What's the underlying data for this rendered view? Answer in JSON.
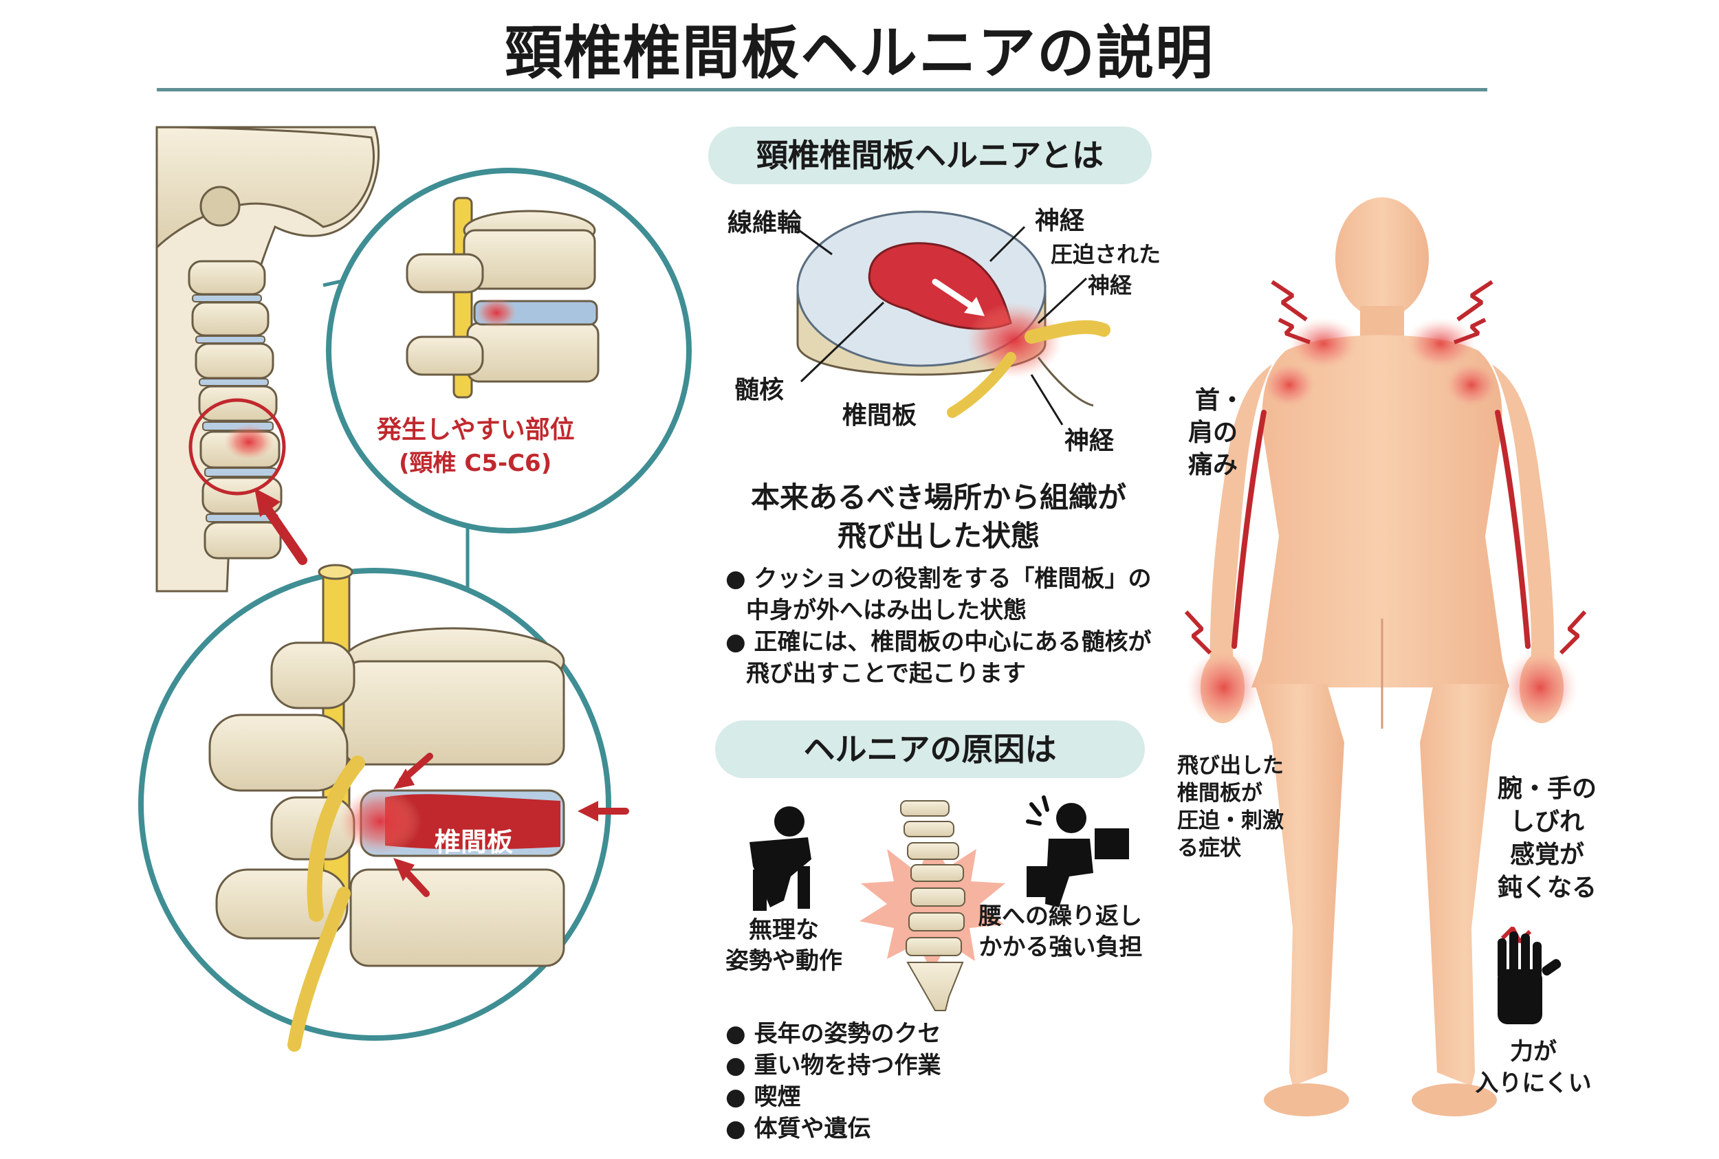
{
  "title": "頸椎椎間板ヘルニアの説明",
  "colors": {
    "teal_rule": "#5f8f93",
    "pill_bg": "#d7ebe9",
    "accent_red": "#c0282d",
    "bone": "#efe6cf",
    "nerve": "#f1d04a",
    "skin": "#f6c7a4"
  },
  "left": {
    "site_label_line1": "発生しやすい部位",
    "site_label_line2": "(頸椎 C5-C6)",
    "disc_label": "椎間板"
  },
  "what_is": {
    "header": "頸椎椎間板ヘルニアとは",
    "labels": {
      "annulus": "線維輪",
      "nerve_top": "神経",
      "compressed_line1": "圧迫された",
      "compressed_line2": "神経",
      "nucleus": "髄核",
      "disc": "椎間板",
      "nerve_bottom": "神経"
    },
    "summary_line1": "本来あるべき場所から組織が",
    "summary_line2": "飛び出した状態",
    "bullets": [
      {
        "line1": "● クッションの役割をする「椎間板」の",
        "line2": "中身が外へはみ出した状態"
      },
      {
        "line1": "● 正確には、椎間板の中心にある髄核が",
        "line2": "飛び出すことで起こります"
      }
    ]
  },
  "causes": {
    "header": "ヘルニアの原因は",
    "posture_line1": "無理な",
    "posture_line2": "姿勢や動作",
    "load_line1": "腰への繰り返し",
    "load_line2": "かかる強い負担",
    "list": [
      "● 長年の姿勢のクセ",
      "● 重い物を持つ作業",
      "● 喫煙",
      "● 体質や遺伝"
    ]
  },
  "symptoms": {
    "neck_line1": "首・",
    "neck_line2": "肩の",
    "neck_line3": "痛み",
    "disc_line1": "飛び出した",
    "disc_line2": "椎間板が",
    "disc_line3": "圧迫・刺激",
    "disc_line4": "る症状",
    "arm_line1": "腕・手の",
    "arm_line2": "しびれ",
    "arm_line3": "感覚が",
    "arm_line4": "鈍くなる",
    "grip_line1": "力が",
    "grip_line2": "入りにくい"
  }
}
